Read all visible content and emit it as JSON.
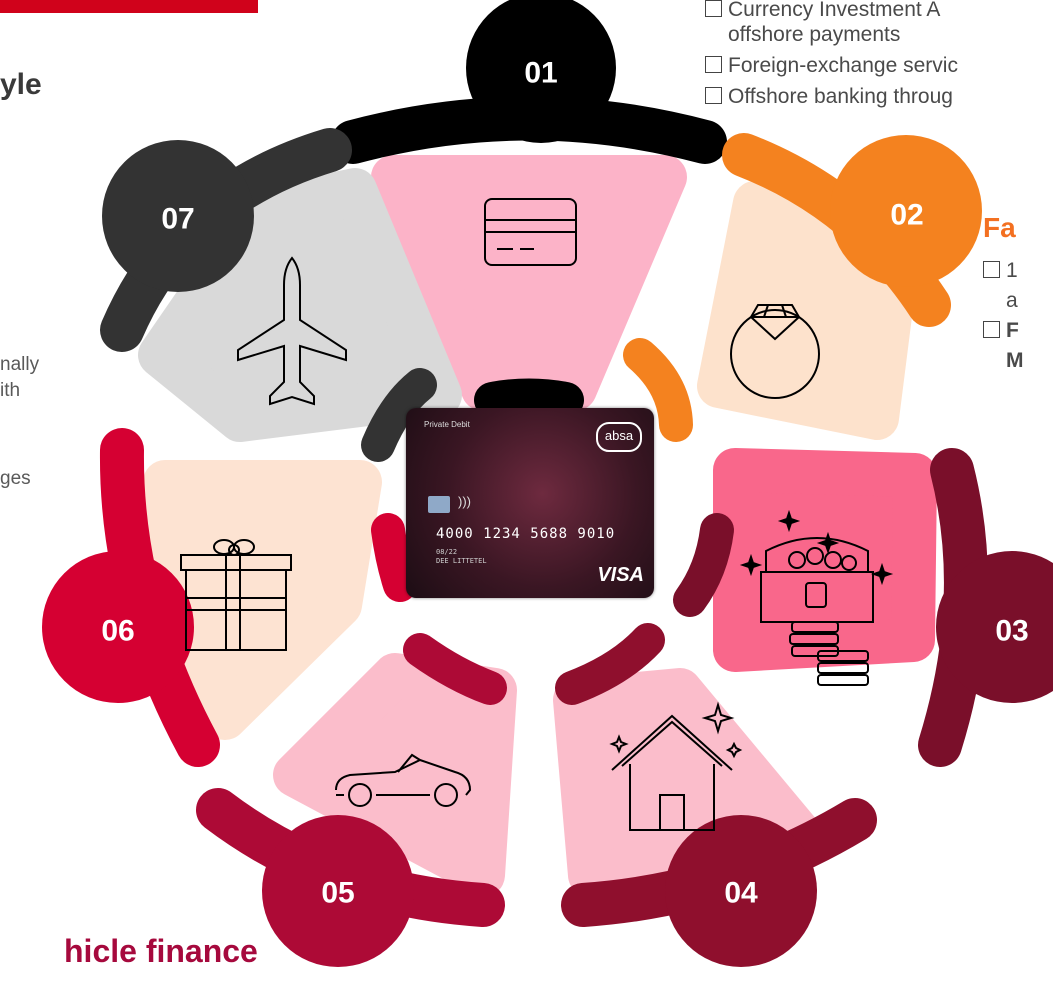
{
  "header": {
    "style_fragment": "yle"
  },
  "left_fragments": [
    "nally",
    "ith",
    "ges"
  ],
  "top_right_list": {
    "items": [
      "Currency  Investment  A",
      "offshore payments",
      "Foreign-exchange servic",
      "Offshore banking throug"
    ]
  },
  "family_section": {
    "heading": "Fa",
    "items": [
      "1",
      "a",
      "F",
      "M"
    ]
  },
  "vehicle_heading": "hicle finance",
  "segments": [
    {
      "number": "01",
      "icon": "credit-card-icon",
      "color": "#000000",
      "fill": "#fcb3c8"
    },
    {
      "number": "02",
      "icon": "diamond-ring-icon",
      "color": "#f4821f",
      "fill": "#fde2cc"
    },
    {
      "number": "03",
      "icon": "treasure-chest-icon",
      "color": "#7a0f2a",
      "fill": "#f9678b"
    },
    {
      "number": "04",
      "icon": "house-icon",
      "color": "#8f0f2d",
      "fill": "#fbbdcb"
    },
    {
      "number": "05",
      "icon": "convertible-car-icon",
      "color": "#ad0a36",
      "fill": "#fbbdcb"
    },
    {
      "number": "06",
      "icon": "gift-box-icon",
      "color": "#d50032",
      "fill": "#fde3d2"
    },
    {
      "number": "07",
      "icon": "airplane-icon",
      "color": "#333333",
      "fill": "#d9d9d9"
    }
  ],
  "card": {
    "label": "Private Debit",
    "brand": "absa",
    "number": "4000 1234 5688 9010",
    "line1": "08/22",
    "line2": "DEE LITTETEL",
    "network": "VISA"
  }
}
